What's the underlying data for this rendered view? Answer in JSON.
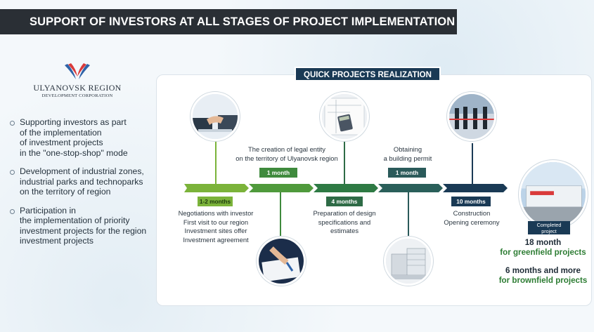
{
  "header": {
    "title": "SUPPORT OF INVESTORS AT ALL STAGES OF PROJECT IMPLEMENTATION"
  },
  "logo": {
    "name": "ULYANOVSK REGION",
    "subtitle": "DEVELOPMENT CORPORATION"
  },
  "bullets": [
    "Supporting investors as part\nof the implementation\nof investment projects\nin the \"one-stop-shop\" mode",
    "Development of industrial zones,\nindustrial parks and technoparks\non the territory of region",
    "Participation in\nthe implementation of priority\ninvestment projects for the region\ninvestment projects"
  ],
  "panel": {
    "title": "QUICK PROJECTS REALIZATION"
  },
  "timeline": {
    "stages": [
      {
        "badge": "1-2 months",
        "caption": "Negotiations with investor\nFirst visit to our region\nInvestment sites offer\nInvestment agreement",
        "photo": "handshake-photo"
      },
      {
        "badge": "1 month",
        "caption": "The creation of legal entity\non the territory of Ulyanovsk region",
        "photo": "pen-signing-photo"
      },
      {
        "badge": "4 months",
        "caption": "Preparation of design\nspecifications and\nestimates",
        "photo": "blueprint-calculator-photo"
      },
      {
        "badge": "1 month",
        "caption": "Obtaining\na building permit",
        "photo": "building-model-photo"
      },
      {
        "badge": "10 months",
        "caption": "Construction\nOpening ceremony",
        "photo": "ribbon-cutting-photo"
      }
    ],
    "completed": {
      "badge": "Completed\nproject",
      "photo": "factory-photo",
      "greenfield_value": "18 month",
      "greenfield_label": "for greenfield projects",
      "brownfield_value": "6 months and more",
      "brownfield_label": "for brownfield projects"
    }
  },
  "colors": {
    "header_bg": "#2a2f35",
    "navy": "#1a3a55",
    "green_light": "#7bb33a",
    "green_mid": "#3f8a3d",
    "green_dark": "#2e6b46",
    "teal_dark": "#2a5a5a",
    "accent_text_green": "#2e7d34"
  }
}
